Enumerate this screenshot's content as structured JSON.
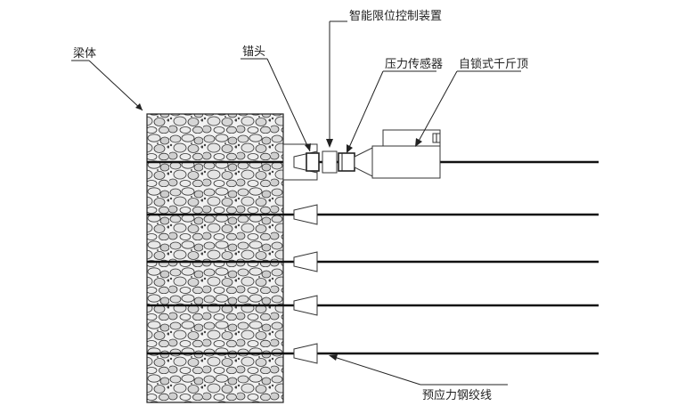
{
  "labels": {
    "beam": "梁体",
    "anchor_head": "锚头",
    "limit_device": "智能限位控制装置",
    "pressure_sensor": "压力传感器",
    "jack": "自锁式千斤顶",
    "strand": "预应力钢绞线"
  },
  "colors": {
    "line": "#222222",
    "strand": "#111111",
    "background": "#ffffff"
  }
}
